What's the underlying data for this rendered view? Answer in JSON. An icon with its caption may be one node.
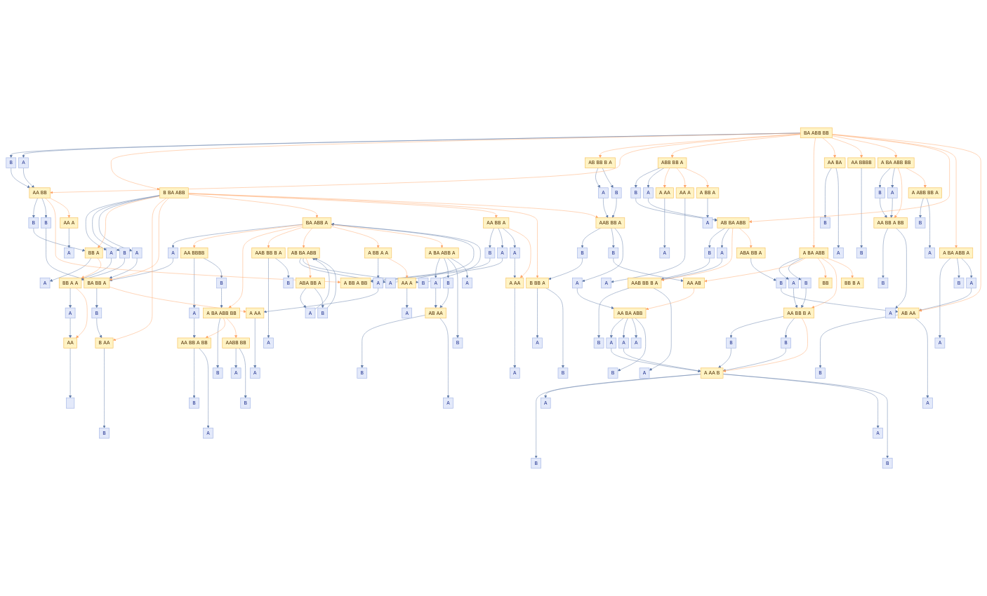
{
  "diagram": {
    "nodes": [
      {
        "text": [
          "AA BB A BB"
        ]
      },
      {
        "text": [
          "AA BBBB"
        ]
      },
      {
        "text": [
          "AABB BB"
        ]
      },
      {
        "text": [
          "A BA ABB BB"
        ]
      },
      {
        "text": [
          "AAB BB B A"
        ]
      },
      {
        "text": [
          "BA ABB A"
        ]
      },
      {
        "text": [
          "AB BA ABB"
        ]
      },
      {
        "text": [
          "ABA BB A"
        ]
      },
      {
        "text": [
          "A BB A A"
        ]
      },
      {
        "text": [
          "AB AA"
        ]
      },
      {
        "text": [
          "A BA ABB A"
        ]
      },
      {
        "text": [
          "AA A"
        ]
      },
      {
        "text": [
          "A AA"
        ]
      },
      {
        "text": [
          "B AA"
        ]
      },
      {
        "text": [
          "BA BB A"
        ]
      },
      {
        "text": [
          "AA"
        ]
      },
      {
        "text": [
          "BB A A"
        ]
      },
      {
        "text": [
          "BB A"
        ]
      },
      {
        "text": [
          "B BA ABB"
        ]
      },
      {
        "text": [
          "AB BB B A"
        ]
      },
      {
        "text": [
          "BA ABB BB"
        ]
      },
      {
        "text": [
          "AA BB"
        ]
      },
      {
        "text": [
          "AA BB A"
        ]
      },
      {
        "text": [
          "A BB A BB"
        ]
      },
      {
        "text": [
          "ABB BB A"
        ]
      },
      {
        "text": [
          "A AA"
        ]
      },
      {
        "text": [
          "AA A"
        ]
      },
      {
        "text": [
          "A AA"
        ]
      },
      {
        "text": [
          "AA A"
        ]
      },
      {
        "text": [
          "A BB A"
        ]
      },
      {
        "text": [
          "B BB A"
        ]
      },
      {
        "text": [
          "AAB BB A"
        ]
      },
      {
        "text": [
          "A BA ABB"
        ]
      },
      {
        "text": [
          "AA AB"
        ]
      },
      {
        "text": [
          "BB"
        ]
      },
      {
        "text": [
          "AA BB B A"
        ]
      },
      {
        "text": [
          "BB B A"
        ]
      },
      {
        "text": [
          "A AA B"
        ]
      },
      {
        "text": [
          "AA BA ABB"
        ]
      },
      {
        "text": [
          "AA BA"
        ]
      },
      {
        "text": [
          "AA BBBB"
        ]
      },
      {
        "text": [
          "A BA ABB BB"
        ]
      },
      {
        "text": [
          "AA BB A BB"
        ]
      },
      {
        "text": [
          "AB BA ABB"
        ]
      },
      {
        "text": [
          "A ABB BB A"
        ]
      },
      {
        "text": [
          "AAB BB B A"
        ]
      },
      {
        "text": [
          "A BA ABB A"
        ]
      },
      {
        "text": [
          "ABA BB A"
        ]
      },
      {
        "text": [
          "AB AA"
        ]
      },
      {
        "text": [],
        "shape": "box"
      },
      {
        "text": [
          "A"
        ]
      },
      {
        "text": [
          "A"
        ]
      },
      {
        "text": [
          "B"
        ]
      },
      {
        "text": [
          "A"
        ]
      },
      {
        "text": [
          "B"
        ]
      },
      {
        "text": [
          "A"
        ]
      },
      {
        "text": [
          "B"
        ]
      },
      {
        "text": [
          "B"
        ]
      },
      {
        "text": [
          "B"
        ]
      },
      {
        "text": [
          "A"
        ]
      },
      {
        "text": [
          "A"
        ]
      },
      {
        "text": [
          "B"
        ]
      },
      {
        "text": [
          "B"
        ]
      },
      {
        "text": [
          "B"
        ]
      },
      {
        "text": [
          "A"
        ]
      },
      {
        "text": [
          "A"
        ]
      },
      {
        "text": [
          "B"
        ]
      },
      {
        "text": [
          "A"
        ]
      },
      {
        "text": [
          "B"
        ]
      },
      {
        "text": [
          "A"
        ]
      },
      {
        "text": [
          "B"
        ]
      },
      {
        "text": [
          "A"
        ]
      },
      {
        "text": [
          "B"
        ]
      },
      {
        "text": [
          "A"
        ]
      },
      {
        "text": [
          "B"
        ]
      },
      {
        "text": [
          "B"
        ]
      },
      {
        "text": [
          "A"
        ]
      },
      {
        "text": [
          "B"
        ]
      },
      {
        "text": [
          "A"
        ]
      },
      {
        "text": [
          "A"
        ]
      },
      {
        "text": [
          "A"
        ]
      },
      {
        "text": [
          "A"
        ]
      },
      {
        "text": [
          "B"
        ]
      },
      {
        "text": [
          "A"
        ]
      },
      {
        "text": [
          "B"
        ]
      },
      {
        "text": [
          "A"
        ]
      },
      {
        "text": [
          "A"
        ]
      },
      {
        "text": [
          "A"
        ]
      },
      {
        "text": [
          "A"
        ]
      },
      {
        "text": [
          "A"
        ]
      },
      {
        "text": [
          "A"
        ]
      },
      {
        "text": [
          "A"
        ]
      },
      {
        "text": [
          "B"
        ]
      },
      {
        "text": [
          "A"
        ]
      },
      {
        "text": [
          "A"
        ]
      },
      {
        "text": [
          "B"
        ]
      },
      {
        "text": [
          "B"
        ]
      },
      {
        "text": [
          "A"
        ]
      },
      {
        "text": [
          "B"
        ]
      },
      {
        "text": [
          "B"
        ]
      },
      {
        "text": [
          "A"
        ]
      },
      {
        "text": [
          "A"
        ]
      },
      {
        "text": [
          "B"
        ]
      },
      {
        "text": [
          "B"
        ]
      },
      {
        "text": [
          "B"
        ]
      },
      {
        "text": [
          "A"
        ]
      },
      {
        "text": [
          "A"
        ]
      },
      {
        "text": [
          "A"
        ]
      },
      {
        "text": [
          "B"
        ]
      },
      {
        "text": [
          "B"
        ]
      },
      {
        "text": [
          "A"
        ]
      },
      {
        "text": [
          "B"
        ]
      },
      {
        "text": [
          "A"
        ]
      },
      {
        "text": [
          "A"
        ]
      },
      {
        "text": [
          "B"
        ]
      },
      {
        "text": [
          "B"
        ]
      },
      {
        "text": [
          "B"
        ]
      },
      {
        "text": [
          "A"
        ]
      },
      {
        "text": [
          "B"
        ]
      },
      {
        "text": [
          "A"
        ]
      },
      {
        "text": [
          "B"
        ]
      },
      {
        "text": [
          "A"
        ]
      },
      {
        "text": [
          "B"
        ]
      },
      {
        "text": [
          "A"
        ]
      },
      {
        "text": [
          "B"
        ]
      },
      {
        "text": [
          "A"
        ]
      },
      {
        "text": [
          "A"
        ]
      },
      {
        "text": [
          "B"
        ]
      },
      {
        "text": [
          "B"
        ]
      },
      {
        "text": [
          "A"
        ]
      },
      {
        "text": [
          "B"
        ]
      },
      {
        "text": [
          "A"
        ]
      }
    ],
    "edges": [
      {
        "from": 15,
        "to": 49,
        "arrow": "to"
      },
      {
        "from": 16,
        "to": 50,
        "arrow": "to"
      },
      {
        "from": 50,
        "to": 15,
        "arrow": "to"
      },
      {
        "from": 18,
        "to": 51,
        "arrow": "to"
      },
      {
        "from": 51,
        "to": 16,
        "arrow": "to"
      },
      {
        "from": 18,
        "to": 52,
        "arrow": "to"
      },
      {
        "from": 52,
        "to": 16,
        "arrow": "to"
      },
      {
        "from": 17,
        "to": 53,
        "arrow": "to"
      },
      {
        "from": 21,
        "to": 54,
        "arrow": "to"
      },
      {
        "from": 54,
        "to": 17,
        "arrow": "to"
      },
      {
        "from": 18,
        "to": 55,
        "arrow": "to"
      },
      {
        "from": 55,
        "to": 14,
        "arrow": "to"
      },
      {
        "from": 21,
        "to": 56,
        "arrow": "to"
      },
      {
        "from": 56,
        "to": 14,
        "arrow": "to"
      },
      {
        "from": 13,
        "to": 57,
        "arrow": "to"
      },
      {
        "from": 14,
        "to": 58,
        "arrow": "to"
      },
      {
        "from": 58,
        "to": 13,
        "arrow": "to"
      },
      {
        "from": 5,
        "to": 59,
        "arrow": "to"
      },
      {
        "from": 59,
        "to": 14,
        "arrow": "to"
      },
      {
        "from": 6,
        "to": 60,
        "arrow": "to"
      },
      {
        "from": 60,
        "to": 5,
        "arrow": "to"
      },
      {
        "from": 6,
        "to": 61,
        "arrow": "to"
      },
      {
        "from": 61,
        "to": 5,
        "arrow": "to"
      },
      {
        "from": 3,
        "to": 62,
        "arrow": "to"
      },
      {
        "from": 0,
        "to": 63,
        "arrow": "to"
      },
      {
        "from": 0,
        "to": 64,
        "arrow": "to"
      },
      {
        "from": 1,
        "to": 65,
        "arrow": "to"
      },
      {
        "from": 65,
        "to": 0,
        "arrow": "to"
      },
      {
        "from": 1,
        "to": 66,
        "arrow": "to"
      },
      {
        "from": 66,
        "to": 3,
        "arrow": "to"
      },
      {
        "from": 2,
        "to": 67,
        "arrow": "to"
      },
      {
        "from": 2,
        "to": 68,
        "arrow": "to"
      },
      {
        "from": 4,
        "to": 69,
        "arrow": "to"
      },
      {
        "from": 4,
        "to": 70,
        "arrow": "to"
      },
      {
        "from": 7,
        "to": 71,
        "arrow": "to"
      },
      {
        "from": 71,
        "to": 6,
        "arrow": "to"
      },
      {
        "from": 7,
        "to": 72,
        "arrow": "to"
      },
      {
        "from": 72,
        "to": 6,
        "arrow": "to"
      },
      {
        "from": 10,
        "to": 73,
        "arrow": "to"
      },
      {
        "from": 73,
        "to": 9,
        "arrow": "to"
      },
      {
        "from": 10,
        "to": 74,
        "arrow": "to"
      },
      {
        "from": 74,
        "to": 9,
        "arrow": "to"
      },
      {
        "from": 9,
        "to": 75,
        "arrow": "to"
      },
      {
        "from": 9,
        "to": 76,
        "arrow": "to"
      },
      {
        "from": 10,
        "to": 77,
        "arrow": "to"
      },
      {
        "from": 10,
        "to": 78,
        "arrow": "to"
      },
      {
        "from": 8,
        "to": 79,
        "arrow": "to"
      },
      {
        "from": 79,
        "to": 12,
        "arrow": "to"
      },
      {
        "from": 11,
        "to": 80,
        "arrow": "to"
      },
      {
        "from": 12,
        "to": 81,
        "arrow": "to"
      },
      {
        "from": 20,
        "to": 82,
        "arrow": "to"
      },
      {
        "from": 82,
        "to": 21,
        "arrow": "to"
      },
      {
        "from": 20,
        "to": 83,
        "arrow": "to"
      },
      {
        "from": 83,
        "to": 21,
        "arrow": "to"
      },
      {
        "from": 22,
        "to": 84,
        "arrow": "to"
      },
      {
        "from": 84,
        "to": 23,
        "arrow": "to"
      },
      {
        "from": 22,
        "to": 85,
        "arrow": "to"
      },
      {
        "from": 85,
        "to": 23,
        "arrow": "to"
      },
      {
        "from": 22,
        "to": 86,
        "arrow": "to"
      },
      {
        "from": 86,
        "to": 25,
        "arrow": "to"
      },
      {
        "from": 25,
        "to": 87,
        "arrow": "to"
      },
      {
        "from": 26,
        "to": 88,
        "arrow": "to"
      },
      {
        "from": 27,
        "to": 89,
        "arrow": "to"
      },
      {
        "from": 28,
        "to": 90,
        "arrow": "to"
      },
      {
        "from": 29,
        "to": 91,
        "arrow": "to"
      },
      {
        "from": 24,
        "to": 92,
        "arrow": "to"
      },
      {
        "from": 92,
        "to": 43,
        "arrow": "to"
      },
      {
        "from": 24,
        "to": 93,
        "arrow": "to"
      },
      {
        "from": 93,
        "to": 43,
        "arrow": "to"
      },
      {
        "from": 30,
        "to": 94,
        "arrow": "to"
      },
      {
        "from": 30,
        "to": 95,
        "arrow": "to"
      },
      {
        "from": 31,
        "to": 96,
        "arrow": "to"
      },
      {
        "from": 96,
        "to": 30,
        "arrow": "to"
      },
      {
        "from": 32,
        "to": 97,
        "arrow": "to"
      },
      {
        "from": 97,
        "to": 35,
        "arrow": "to"
      },
      {
        "from": 32,
        "to": 98,
        "arrow": "to"
      },
      {
        "from": 98,
        "to": 35,
        "arrow": "to"
      },
      {
        "from": 37,
        "to": 99,
        "arrow": "to"
      },
      {
        "from": 37,
        "to": 100,
        "arrow": "to"
      },
      {
        "from": 37,
        "to": 101,
        "arrow": "to"
      },
      {
        "from": 37,
        "to": 102,
        "arrow": "to"
      },
      {
        "from": 35,
        "to": 103,
        "arrow": "to"
      },
      {
        "from": 103,
        "to": 37,
        "arrow": "to"
      },
      {
        "from": 35,
        "to": 104,
        "arrow": "to"
      },
      {
        "from": 104,
        "to": 37,
        "arrow": "to"
      },
      {
        "from": 38,
        "to": 105,
        "arrow": "to"
      },
      {
        "from": 105,
        "to": 37,
        "arrow": "to"
      },
      {
        "from": 38,
        "to": 106,
        "arrow": "to"
      },
      {
        "from": 106,
        "to": 37,
        "arrow": "to"
      },
      {
        "from": 38,
        "to": 107,
        "arrow": "to"
      },
      {
        "from": 38,
        "to": 108,
        "arrow": "to"
      },
      {
        "from": 31,
        "to": 109,
        "arrow": "to"
      },
      {
        "from": 109,
        "to": 33,
        "arrow": "to"
      },
      {
        "from": 31,
        "to": 110,
        "arrow": "to"
      },
      {
        "from": 110,
        "to": 38,
        "arrow": "to"
      },
      {
        "from": 39,
        "to": 111,
        "arrow": "to"
      },
      {
        "from": 39,
        "to": 112,
        "arrow": "to"
      },
      {
        "from": 19,
        "to": 113,
        "arrow": "to"
      },
      {
        "from": 113,
        "to": 31,
        "arrow": "to"
      },
      {
        "from": 19,
        "to": 114,
        "arrow": "to"
      },
      {
        "from": 114,
        "to": 31,
        "arrow": "to"
      },
      {
        "from": 40,
        "to": 115,
        "arrow": "to"
      },
      {
        "from": 41,
        "to": 116,
        "arrow": "to"
      },
      {
        "from": 116,
        "to": 42,
        "arrow": "to"
      },
      {
        "from": 41,
        "to": 117,
        "arrow": "to"
      },
      {
        "from": 117,
        "to": 42,
        "arrow": "to"
      },
      {
        "from": 42,
        "to": 118,
        "arrow": "to"
      },
      {
        "from": 42,
        "to": 119,
        "arrow": "to"
      },
      {
        "from": 44,
        "to": 120,
        "arrow": "to"
      },
      {
        "from": 44,
        "to": 121,
        "arrow": "to"
      },
      {
        "from": 45,
        "to": 122,
        "arrow": "to"
      },
      {
        "from": 45,
        "to": 123,
        "arrow": "to"
      },
      {
        "from": 43,
        "to": 124,
        "arrow": "to"
      },
      {
        "from": 124,
        "to": 45,
        "arrow": "to"
      },
      {
        "from": 43,
        "to": 125,
        "arrow": "to"
      },
      {
        "from": 125,
        "to": 45,
        "arrow": "to"
      },
      {
        "from": 46,
        "to": 126,
        "arrow": "to"
      },
      {
        "from": 46,
        "to": 127,
        "arrow": "to"
      },
      {
        "from": 47,
        "to": 128,
        "arrow": "to"
      },
      {
        "from": 128,
        "to": 48,
        "arrow": "to"
      },
      {
        "from": 46,
        "to": 129,
        "arrow": "to"
      },
      {
        "from": 129,
        "to": 48,
        "arrow": "to"
      },
      {
        "from": 48,
        "to": 130,
        "arrow": "to"
      },
      {
        "from": 48,
        "to": 131,
        "arrow": "to"
      },
      {
        "from": 20,
        "to": 18,
        "arrow": "to",
        "color": "#ffa566"
      },
      {
        "from": 20,
        "to": 19,
        "arrow": "to",
        "color": "#ffa566"
      },
      {
        "from": 20,
        "to": 21,
        "arrow": "to",
        "color": "#ffa566"
      },
      {
        "from": 20,
        "to": 24,
        "arrow": "to",
        "color": "#ffa566"
      },
      {
        "from": 20,
        "to": 32,
        "arrow": "to",
        "color": "#ffa566"
      },
      {
        "from": 20,
        "to": 39,
        "arrow": "to",
        "color": "#ffa566"
      },
      {
        "from": 20,
        "to": 40,
        "arrow": "to",
        "color": "#ffa566"
      },
      {
        "from": 20,
        "to": 41,
        "arrow": "to",
        "color": "#ffa566"
      },
      {
        "from": 20,
        "to": 43,
        "arrow": "to",
        "color": "#ffa566"
      },
      {
        "from": 20,
        "to": 46,
        "arrow": "to",
        "color": "#ffa566"
      },
      {
        "from": 20,
        "to": 48,
        "arrow": "to",
        "color": "#ffa566"
      },
      {
        "from": 18,
        "to": 17,
        "arrow": "to",
        "color": "#ffa566"
      },
      {
        "from": 18,
        "to": 13,
        "arrow": "to",
        "color": "#ffa566"
      },
      {
        "from": 18,
        "to": 14,
        "arrow": "to",
        "color": "#ffa566"
      },
      {
        "from": 18,
        "to": 5,
        "arrow": "to",
        "color": "#ffa566"
      },
      {
        "from": 18,
        "to": 22,
        "arrow": "to",
        "color": "#ffa566"
      },
      {
        "from": 18,
        "to": 30,
        "arrow": "to",
        "color": "#ffa566"
      },
      {
        "from": 18,
        "to": 31,
        "arrow": "to",
        "color": "#ffa566"
      },
      {
        "from": 17,
        "to": 16,
        "arrow": "to",
        "color": "#ffa566"
      },
      {
        "from": 16,
        "to": 15,
        "arrow": "to",
        "color": "#ffa566"
      },
      {
        "from": 5,
        "to": 1,
        "arrow": "to",
        "color": "#ffa566"
      },
      {
        "from": 5,
        "to": 3,
        "arrow": "to",
        "color": "#ffa566"
      },
      {
        "from": 5,
        "to": 4,
        "arrow": "to",
        "color": "#ffa566"
      },
      {
        "from": 5,
        "to": 6,
        "arrow": "to",
        "color": "#ffa566"
      },
      {
        "from": 5,
        "to": 8,
        "arrow": "to",
        "color": "#ffa566"
      },
      {
        "from": 5,
        "to": 10,
        "arrow": "to",
        "color": "#ffa566"
      },
      {
        "from": 14,
        "to": 12,
        "arrow": "to",
        "color": "#ffa566"
      },
      {
        "from": 6,
        "to": 7,
        "arrow": "to",
        "color": "#ffa566"
      },
      {
        "from": 3,
        "to": 0,
        "arrow": "to",
        "color": "#ffa566"
      },
      {
        "from": 3,
        "to": 2,
        "arrow": "to",
        "color": "#ffa566"
      },
      {
        "from": 8,
        "to": 11,
        "arrow": "to",
        "color": "#ffa566"
      },
      {
        "from": 22,
        "to": 25,
        "arrow": "to",
        "color": "#ffa566"
      },
      {
        "from": 21,
        "to": 23,
        "arrow": "to",
        "color": "#ffa566"
      },
      {
        "from": 21,
        "to": 26,
        "arrow": "to",
        "color": "#ffa566"
      },
      {
        "from": 24,
        "to": 27,
        "arrow": "to",
        "color": "#ffa566"
      },
      {
        "from": 24,
        "to": 28,
        "arrow": "to",
        "color": "#ffa566"
      },
      {
        "from": 24,
        "to": 29,
        "arrow": "to",
        "color": "#ffa566"
      },
      {
        "from": 32,
        "to": 33,
        "arrow": "to",
        "color": "#ffa566"
      },
      {
        "from": 32,
        "to": 34,
        "arrow": "to",
        "color": "#ffa566"
      },
      {
        "from": 32,
        "to": 35,
        "arrow": "to",
        "color": "#ffa566"
      },
      {
        "from": 32,
        "to": 36,
        "arrow": "to",
        "color": "#ffa566"
      },
      {
        "from": 35,
        "to": 37,
        "arrow": "to",
        "color": "#ffa566"
      },
      {
        "from": 33,
        "to": 38,
        "arrow": "to",
        "color": "#ffa566"
      },
      {
        "from": 41,
        "to": 42,
        "arrow": "to",
        "color": "#ffa566"
      },
      {
        "from": 41,
        "to": 44,
        "arrow": "to",
        "color": "#ffa566"
      },
      {
        "from": 43,
        "to": 45,
        "arrow": "to",
        "color": "#ffa566"
      },
      {
        "from": 43,
        "to": 47,
        "arrow": "to",
        "color": "#ffa566"
      }
    ]
  }
}
